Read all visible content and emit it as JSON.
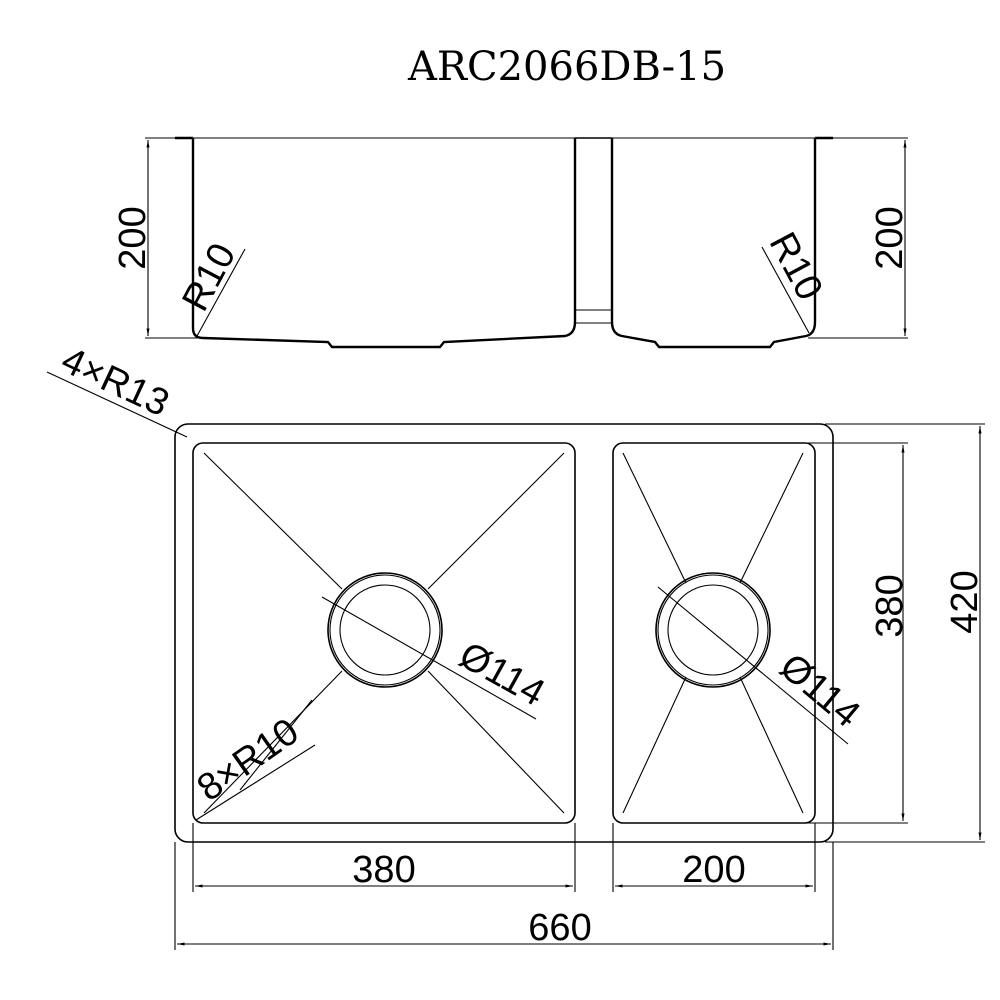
{
  "title": "ARC2066DB-15",
  "side_view": {
    "left_height": "200",
    "right_height": "200",
    "left_radius": "R10",
    "right_radius": "R10"
  },
  "plan_view": {
    "outer_corner_radius": "4×R13",
    "inner_corner_radius": "8×R10",
    "left_drain": "Ø114",
    "right_drain": "Ø114",
    "left_bowl_width": "380",
    "right_bowl_width": "200",
    "overall_width": "660",
    "bowl_length": "380",
    "overall_length": "420"
  },
  "colors": {
    "line": "#000000",
    "background": "#ffffff"
  }
}
